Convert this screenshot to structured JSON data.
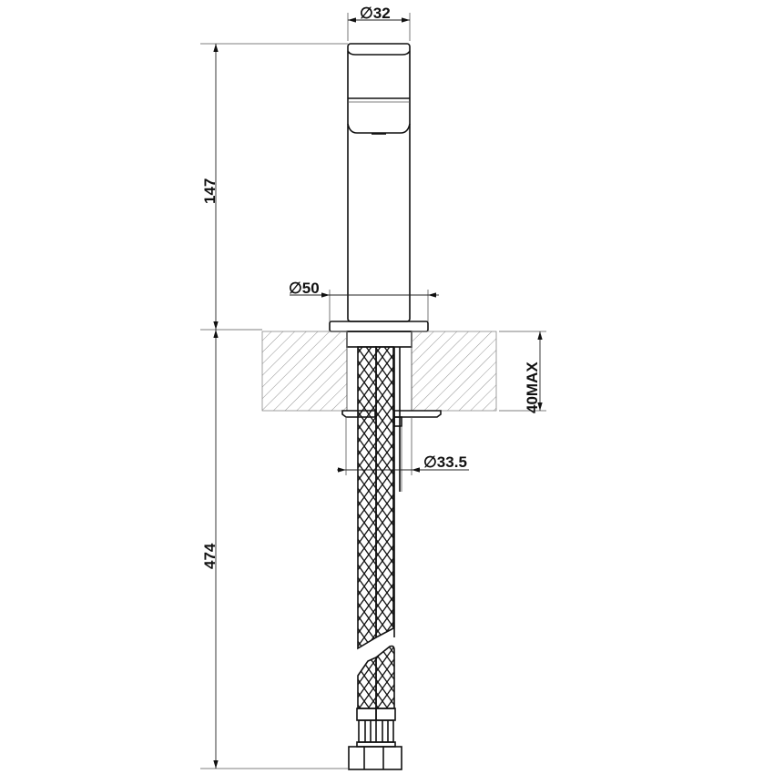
{
  "drawing": {
    "dimensions": {
      "spout_diameter": "∅32",
      "base_diameter": "∅50",
      "shank_diameter": "∅33.5",
      "spout_height": "147",
      "hose_length": "474",
      "counter_thickness": "40MAX"
    },
    "colors": {
      "line": "#111111",
      "hatch": "#777777"
    }
  }
}
